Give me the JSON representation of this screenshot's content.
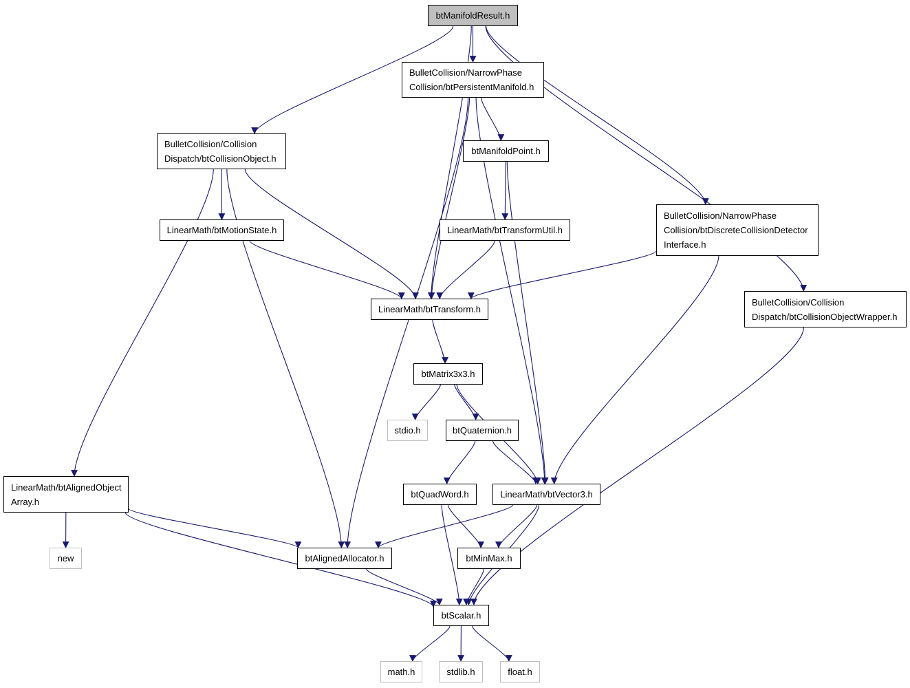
{
  "nodes": [
    {
      "id": "root",
      "lines": [
        "btManifoldResult.h"
      ],
      "style": "root"
    },
    {
      "id": "persistent",
      "lines": [
        "BulletCollision/NarrowPhase",
        "Collision/btPersistentManifold.h"
      ]
    },
    {
      "id": "collobj",
      "lines": [
        "BulletCollision/Collision",
        "Dispatch/btCollisionObject.h"
      ]
    },
    {
      "id": "mpoint",
      "lines": [
        "btManifoldPoint.h"
      ]
    },
    {
      "id": "discrete",
      "lines": [
        "BulletCollision/NarrowPhase",
        "Collision/btDiscreteCollisionDetector",
        "Interface.h"
      ]
    },
    {
      "id": "motion",
      "lines": [
        "LinearMath/btMotionState.h"
      ]
    },
    {
      "id": "tutil",
      "lines": [
        "LinearMath/btTransformUtil.h"
      ]
    },
    {
      "id": "wrapper",
      "lines": [
        "BulletCollision/Collision",
        "Dispatch/btCollisionObjectWrapper.h"
      ]
    },
    {
      "id": "transform",
      "lines": [
        "LinearMath/btTransform.h"
      ]
    },
    {
      "id": "matrix",
      "lines": [
        "btMatrix3x3.h"
      ]
    },
    {
      "id": "stdio",
      "lines": [
        "stdio.h"
      ],
      "style": "ext"
    },
    {
      "id": "quat",
      "lines": [
        "btQuaternion.h"
      ]
    },
    {
      "id": "alignedarr",
      "lines": [
        "LinearMath/btAlignedObject",
        "Array.h"
      ]
    },
    {
      "id": "quadword",
      "lines": [
        "btQuadWord.h"
      ]
    },
    {
      "id": "vector3",
      "lines": [
        "LinearMath/btVector3.h"
      ]
    },
    {
      "id": "new",
      "lines": [
        "new"
      ],
      "style": "ext"
    },
    {
      "id": "allocator",
      "lines": [
        "btAlignedAllocator.h"
      ]
    },
    {
      "id": "minmax",
      "lines": [
        "btMinMax.h"
      ]
    },
    {
      "id": "scalar",
      "lines": [
        "btScalar.h"
      ]
    },
    {
      "id": "math",
      "lines": [
        "math.h"
      ],
      "style": "ext"
    },
    {
      "id": "stdlib",
      "lines": [
        "stdlib.h"
      ],
      "style": "ext"
    },
    {
      "id": "float",
      "lines": [
        "float.h"
      ],
      "style": "ext"
    }
  ],
  "edges": [
    [
      "root",
      "collobj"
    ],
    [
      "root",
      "transform"
    ],
    [
      "root",
      "persistent"
    ],
    [
      "root",
      "discrete"
    ],
    [
      "root",
      "wrapper"
    ],
    [
      "persistent",
      "allocator"
    ],
    [
      "persistent",
      "transform"
    ],
    [
      "persistent",
      "mpoint"
    ],
    [
      "persistent",
      "vector3"
    ],
    [
      "collobj",
      "alignedarr"
    ],
    [
      "collobj",
      "allocator"
    ],
    [
      "collobj",
      "motion"
    ],
    [
      "collobj",
      "transform"
    ],
    [
      "mpoint",
      "tutil"
    ],
    [
      "mpoint",
      "vector3"
    ],
    [
      "motion",
      "transform"
    ],
    [
      "tutil",
      "transform"
    ],
    [
      "discrete",
      "transform"
    ],
    [
      "discrete",
      "vector3"
    ],
    [
      "wrapper",
      "scalar"
    ],
    [
      "transform",
      "matrix"
    ],
    [
      "matrix",
      "stdio"
    ],
    [
      "matrix",
      "quat"
    ],
    [
      "matrix",
      "vector3"
    ],
    [
      "quat",
      "quadword"
    ],
    [
      "quat",
      "vector3"
    ],
    [
      "alignedarr",
      "new"
    ],
    [
      "alignedarr",
      "allocator"
    ],
    [
      "alignedarr",
      "scalar"
    ],
    [
      "vector3",
      "allocator"
    ],
    [
      "vector3",
      "minmax"
    ],
    [
      "vector3",
      "scalar"
    ],
    [
      "quadword",
      "minmax"
    ],
    [
      "quadword",
      "scalar"
    ],
    [
      "allocator",
      "scalar"
    ],
    [
      "minmax",
      "scalar"
    ],
    [
      "scalar",
      "math"
    ],
    [
      "scalar",
      "stdlib"
    ],
    [
      "scalar",
      "float"
    ]
  ],
  "colors": {
    "edge": "#191970",
    "root_fill": "#bfbfbf",
    "external_border": "#bfbfbf"
  }
}
